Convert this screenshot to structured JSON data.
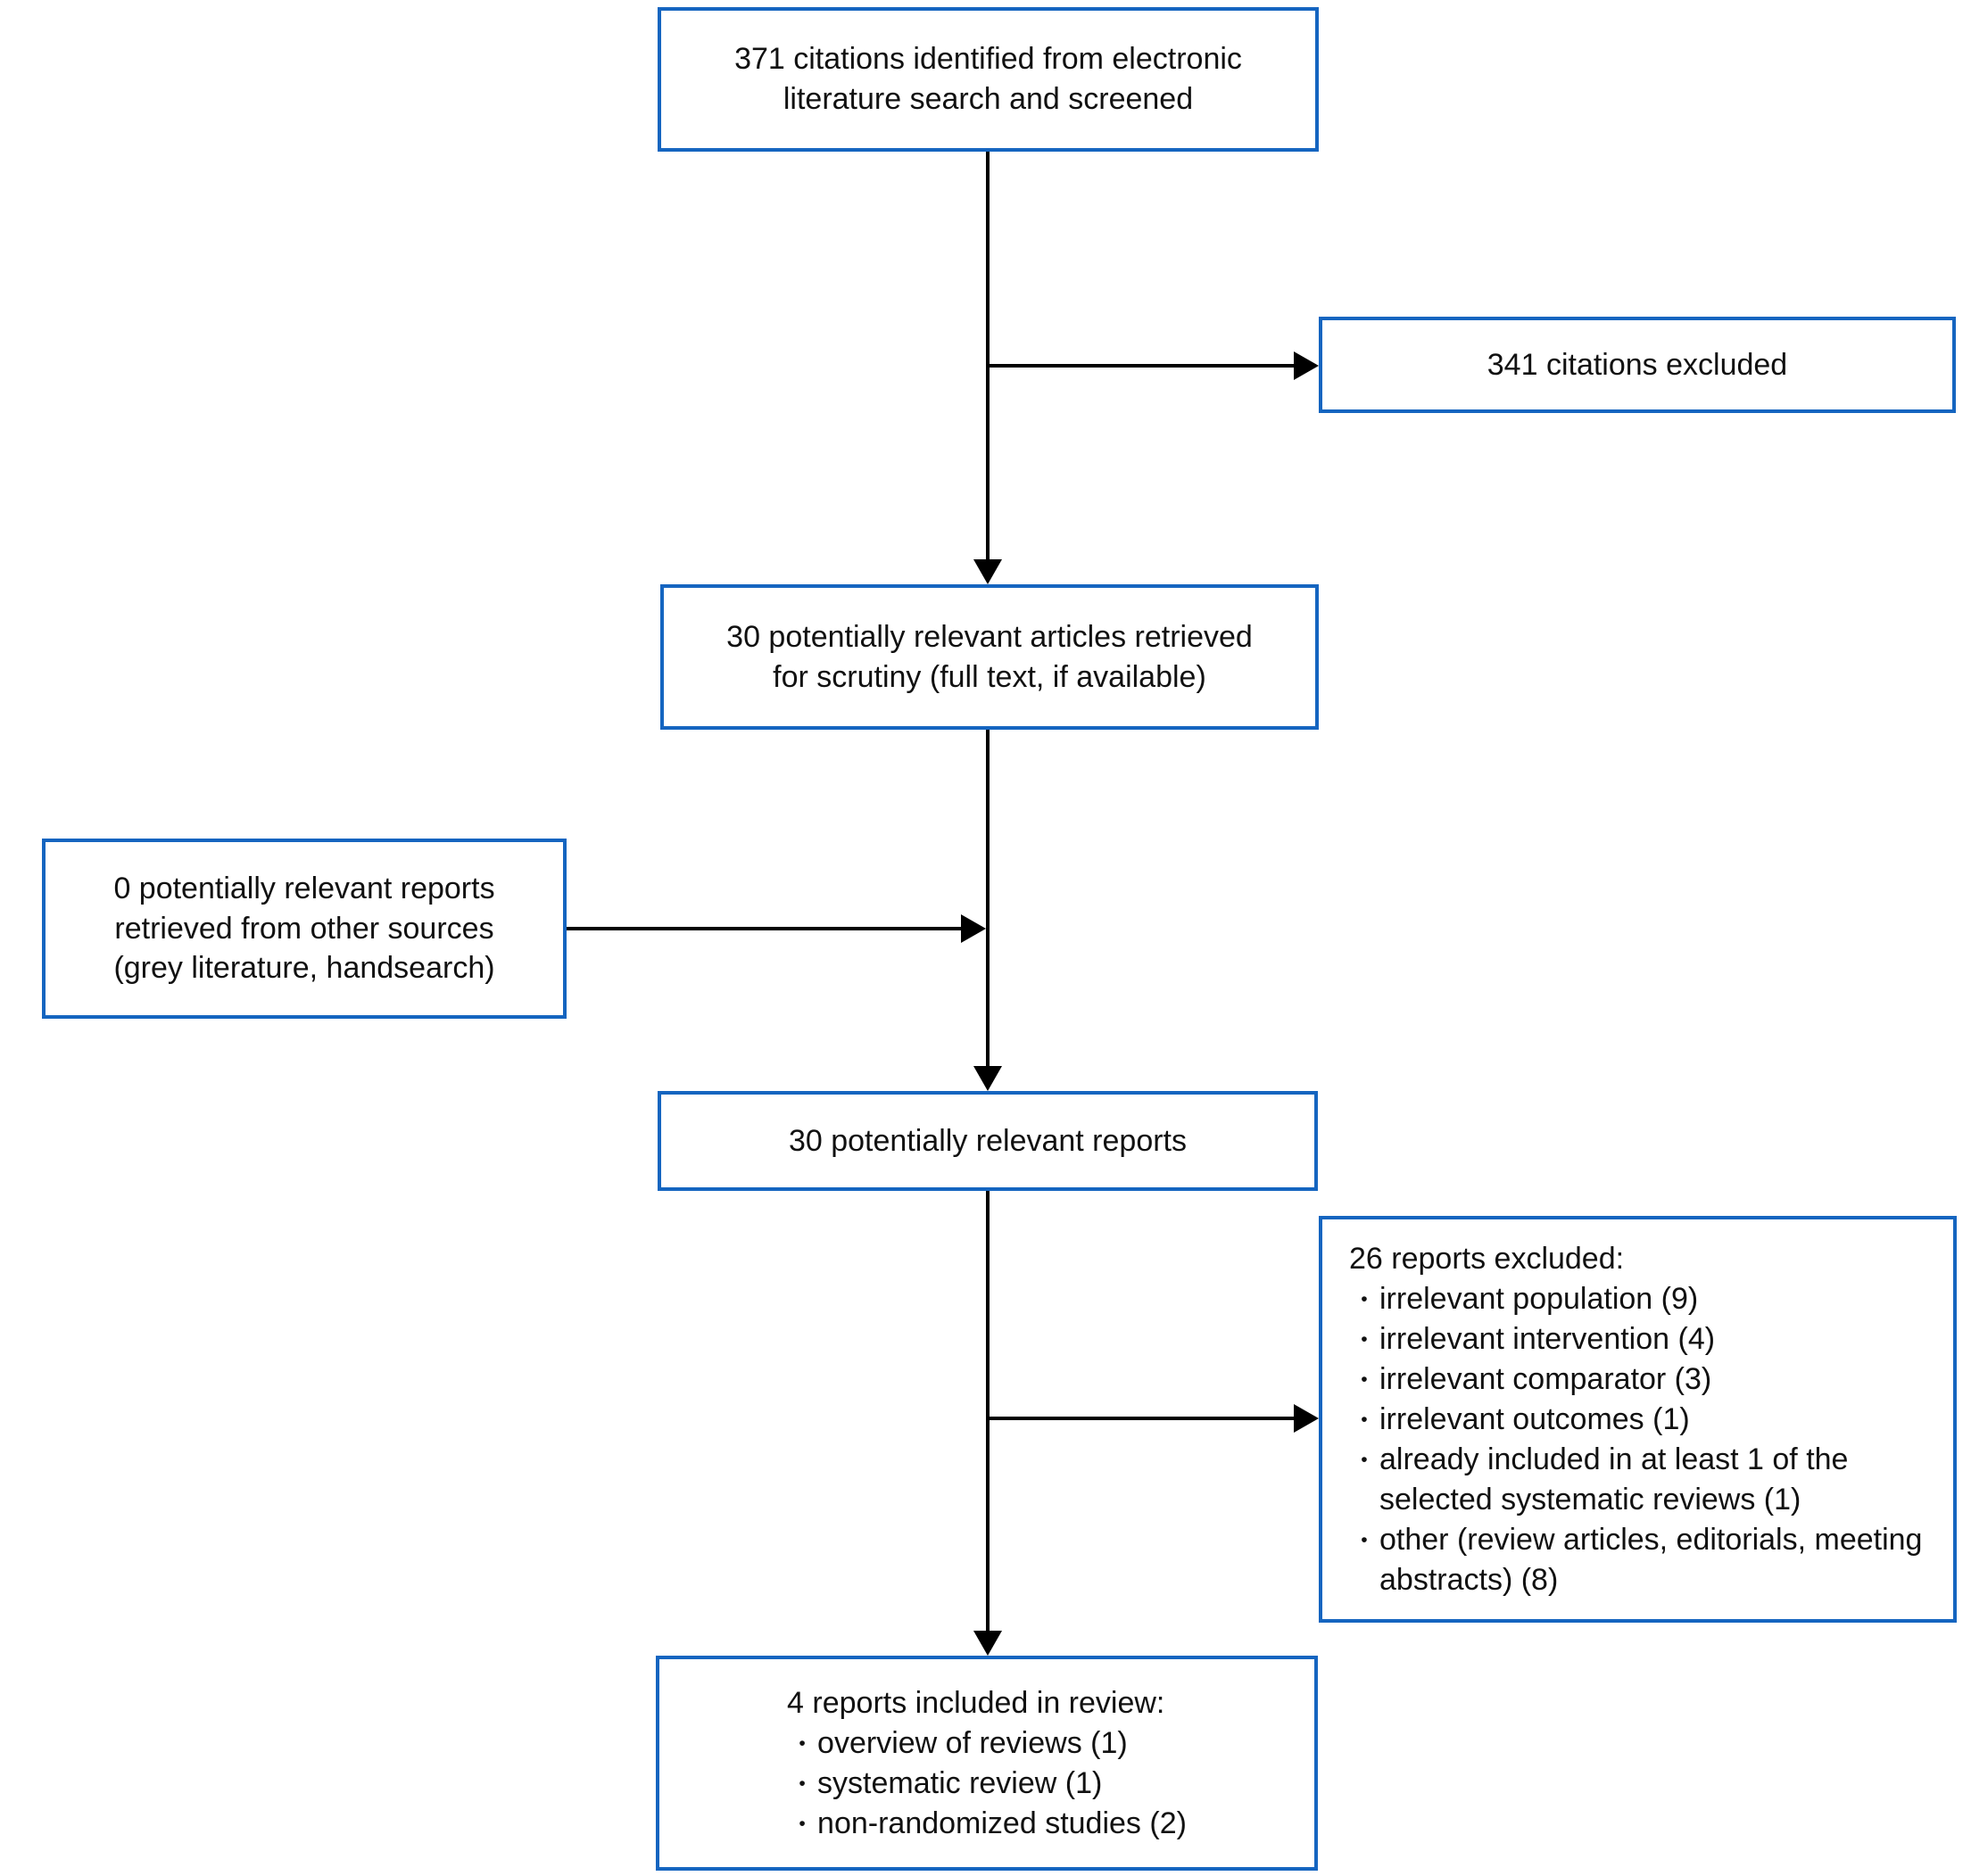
{
  "bullet_char": "•",
  "colors": {
    "box_border": "#1565c0",
    "line": "#000000",
    "text": "#111111",
    "background": "#ffffff"
  },
  "boxes": {
    "identified": "371 citations identified from electronic\nliterature search and screened",
    "citations_excluded": "341 citations excluded",
    "articles_retrieved": "30 potentially relevant articles retrieved\nfor scrutiny (full text, if available)",
    "other_sources": "0 potentially relevant reports\nretrieved from other sources\n(grey literature, handsearch)",
    "relevant_reports": "30 potentially relevant reports",
    "reports_excluded": {
      "title": "26 reports excluded:",
      "items": [
        "irrelevant population (9)",
        "irrelevant intervention (4)",
        "irrelevant comparator (3)",
        "irrelevant outcomes (1)",
        "already included in at least 1 of the selected systematic reviews (1)",
        "other (review articles, editorials, meeting abstracts) (8)"
      ]
    },
    "included": {
      "title": "4 reports included in review:",
      "items": [
        "overview of reviews (1)",
        "systematic review (1)",
        "non-randomized studies (2)"
      ]
    }
  }
}
